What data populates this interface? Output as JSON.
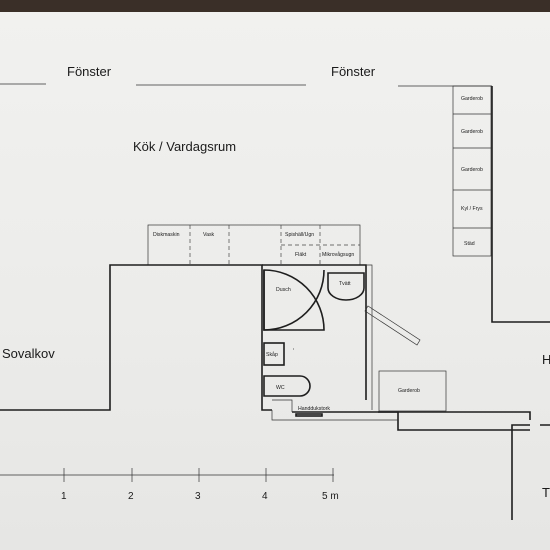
{
  "rooms": {
    "window_left": "Fönster",
    "window_right": "Fönster",
    "kitchen_living": "Kök / Vardagsrum",
    "bedroom": "Sovalkov",
    "edge_right_h": "H",
    "edge_right_t": "T"
  },
  "kitchen_units": {
    "dishwasher": "Diskmaskin",
    "sink": "Vask",
    "stove": "Spishäll/Ugn",
    "fan": "Fläkt",
    "microwave": "Mikrovågsugn"
  },
  "wardrobe_column": [
    "Garderob",
    "Garderob",
    "Garderob",
    "Kyl / Frys",
    "Städ"
  ],
  "bathroom": {
    "shower": "Dusch",
    "washer": "Tvätt",
    "cabinet": "Skåp",
    "toilet": "WC",
    "towel_dryer": "Handdukstork"
  },
  "hall_wardrobe": "Garderob",
  "scale": {
    "ticks": [
      "1",
      "2",
      "3",
      "4",
      "5 m"
    ]
  }
}
